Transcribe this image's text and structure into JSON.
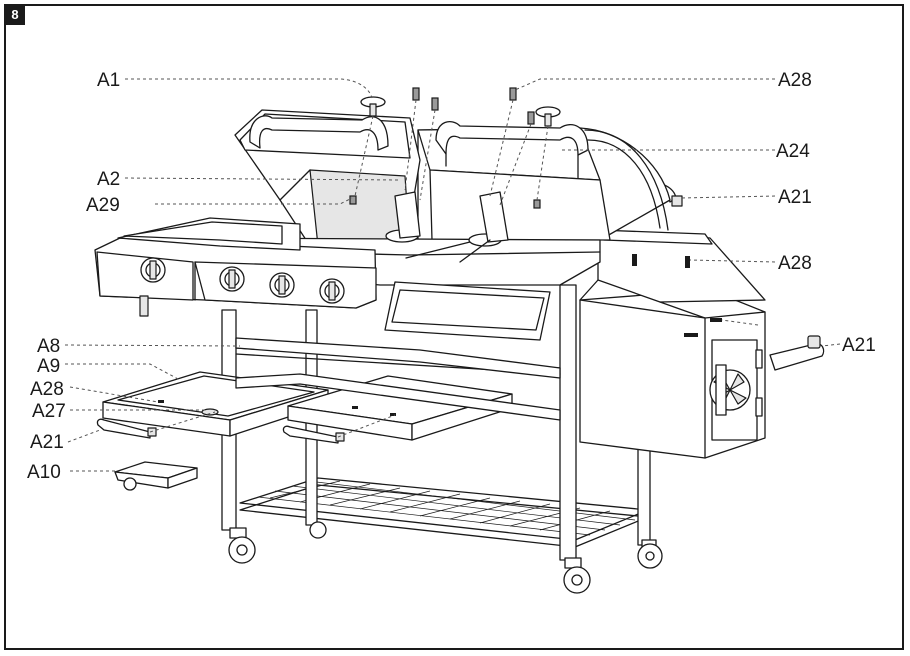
{
  "step": "8",
  "callouts": {
    "a1": "A1",
    "a2": "A2",
    "a29": "A29",
    "a8": "A8",
    "a9": "A9",
    "a28_left": "A28",
    "a27": "A27",
    "a21_left": "A21",
    "a10": "A10",
    "a28_top": "A28",
    "a24": "A24",
    "a21_top": "A21",
    "a28_right": "A28",
    "a21_right": "A21"
  }
}
